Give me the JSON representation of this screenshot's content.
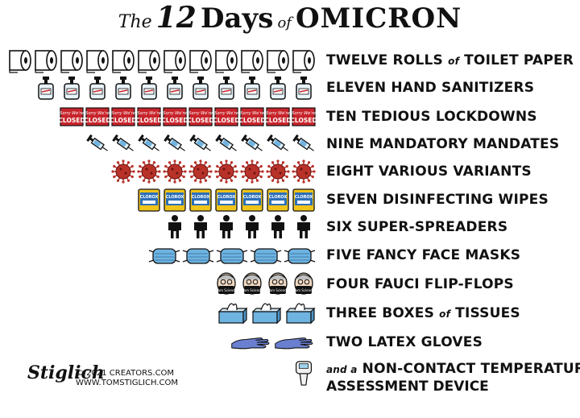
{
  "title": {
    "the": "The",
    "number": "12",
    "days": "Days",
    "of": "of",
    "omicron": "OMICRON"
  },
  "rows": [
    {
      "count": 12,
      "icon": "toilet-paper-icon",
      "label_main": "TWELVE ROLLS",
      "label_small": "of",
      "label_rest": "TOILET PAPER"
    },
    {
      "count": 11,
      "icon": "hand-sanitizer-icon",
      "label_main": "ELEVEN HAND SANITIZERS",
      "label_small": "",
      "label_rest": ""
    },
    {
      "count": 10,
      "icon": "closed-sign-icon",
      "label_main": "TEN TEDIOUS LOCKDOWNS",
      "label_small": "",
      "label_rest": "",
      "sign_top": "Sorry We're",
      "sign_text": "CLOSED"
    },
    {
      "count": 9,
      "icon": "syringe-icon",
      "label_main": "NINE MANDATORY MANDATES",
      "label_small": "",
      "label_rest": ""
    },
    {
      "count": 8,
      "icon": "virus-icon",
      "label_main": "EIGHT VARIOUS VARIANTS",
      "label_small": "",
      "label_rest": ""
    },
    {
      "count": 7,
      "icon": "disinfecting-wipes-icon",
      "label_main": "SEVEN DISINFECTING WIPES",
      "label_small": "",
      "label_rest": "",
      "brand": "CLOROX"
    },
    {
      "count": 6,
      "icon": "person-icon",
      "label_main": "SIX SUPER-SPREADERS",
      "label_small": "",
      "label_rest": ""
    },
    {
      "count": 5,
      "icon": "face-mask-icon",
      "label_main": "FIVE FANCY FACE MASKS",
      "label_small": "",
      "label_rest": ""
    },
    {
      "count": 4,
      "icon": "fauci-face-icon",
      "label_main": "FOUR FAUCI FLIP-FLOPS",
      "label_small": "",
      "label_rest": "",
      "mask_text": "I am Science"
    },
    {
      "count": 3,
      "icon": "tissue-box-icon",
      "label_main": "THREE BOXES",
      "label_small": "of",
      "label_rest": "TISSUES"
    },
    {
      "count": 2,
      "icon": "latex-glove-icon",
      "label_main": "TWO LATEX GLOVES",
      "label_small": "",
      "label_rest": ""
    },
    {
      "count": 1,
      "icon": "thermometer-gun-icon",
      "label_main": "NON-CONTACT TEMPERATURE",
      "label_small": "and a",
      "label_rest": "",
      "label_line2": "ASSESSMENT DEVICE"
    }
  ],
  "signature": "Stiglich",
  "copyright": "© 2021 CREATORS.COM",
  "website": "WWW.TOMSTIGLICH.COM",
  "colors": {
    "ink": "#111111",
    "mask_blue": "#6fb3e0",
    "sign_red": "#c8242b",
    "virus_red": "#b8322a",
    "glove_blue": "#6a7fd0",
    "clorox_yellow": "#f0c419",
    "clorox_blue": "#2c6fb8"
  }
}
